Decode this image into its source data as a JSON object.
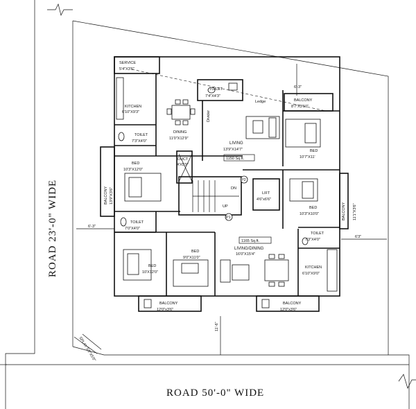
{
  "roads": {
    "left": "ROAD  23'-0\"  WIDE",
    "bottom": "ROAD  50'-0\"  WIDE"
  },
  "setbacks": {
    "top_right": "6'-3\"",
    "left": "6'-3\"",
    "right": "6'3\"",
    "bottom": "11'-6\"",
    "splay": "SPLAY 5'0\"X5'0\""
  },
  "rooms": {
    "service": "SERVICE",
    "service_dim": "5'4\"X3'6\"",
    "kitchen_a": "KITCHEN",
    "kitchen_a_dim": "6'10\"X9'3\"",
    "toilet_a": "TOILET",
    "toilet_a_dim": "7'3\"X4'0\"",
    "toilet_top": "TOILET",
    "toilet_top_dim": "7'4\"X4'3\"",
    "dining": "DINING",
    "dining_dim": "11'0\"X12'9\"",
    "ledge": "Ledge",
    "divider": "Divider",
    "balcony_tr": "BALCONY",
    "balcony_tr_dim": "8'7\"X3'10\"",
    "living": "LIVING",
    "living_dim": "13'9\"X14'7\"",
    "area_a": "1150 Sq.ft.",
    "bed_tr": "BED",
    "bed_tr_dim": "10'7\"X11'",
    "balcony_l": "BALCONY",
    "balcony_l_dim": "13'9\"X3'6\"",
    "bed_l": "BED",
    "bed_l_dim": "10'3\"X12'0\"",
    "duct": "DUCT",
    "duct_dim": "4'X5'9\"",
    "dn": "DN",
    "up": "UP",
    "lift": "LIFT",
    "lift_dim": "4'6\"x6'6\"",
    "p2": "P2",
    "p1": "P1",
    "bed_r": "BED",
    "bed_r_dim": "10'3\"X10'0\"",
    "balcony_r": "BALCONY",
    "balcony_r_dim": "11'1\"X3'6\"",
    "toilet_l2": "TOILET",
    "toilet_l2_dim": "7'0\"X4'0\"",
    "area_b": "1165 Sq.ft.",
    "living_dining": "LIVING/DINING",
    "living_dining_dim": "16'0\"X15'4\"",
    "toilet_r2": "TOILET",
    "toilet_r2_dim": "7'3\"X4'0\"",
    "bed_c": "BED",
    "bed_c_dim": "9'0\"X11'0\"",
    "bed_bl": "BED",
    "bed_bl_dim": "10'X12'0\"",
    "kitchen_b": "KITCHEN",
    "kitchen_b_dim": "6'10\"X9'0\"",
    "balcony_bl": "BALCONY",
    "balcony_bl_dim": "12'0\"x3'6\"",
    "balcony_br": "BALCONY",
    "balcony_br_dim": "12'0\"x3'6\""
  }
}
